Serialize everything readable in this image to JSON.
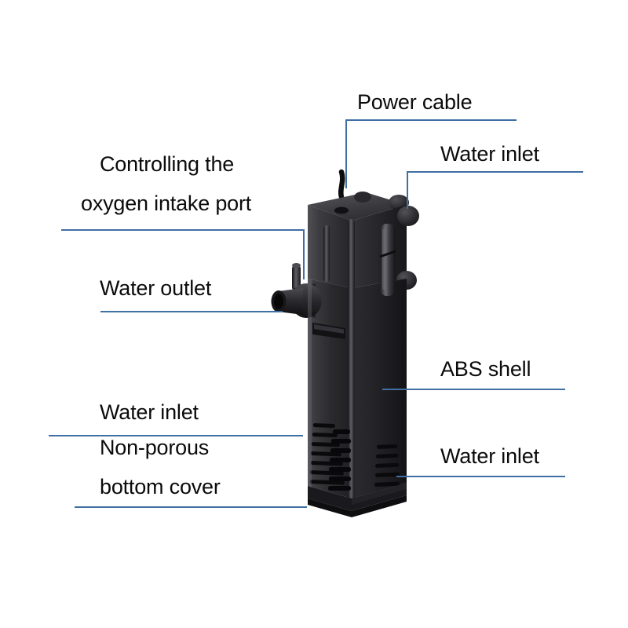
{
  "diagram": {
    "title": "Submersible aquarium filter pump annotated diagram",
    "background_color": "#ffffff",
    "leader_line_color": "#3f6fa3",
    "text_color": "#0b0b0b",
    "product_color": "#1d1d1f"
  },
  "labels": {
    "power_cable": "Power cable",
    "water_inlet_top_right": "Water inlet",
    "oxygen_port_line1": "Controlling the",
    "oxygen_port_line2": "oxygen intake port",
    "water_outlet": "Water outlet",
    "abs_shell": "ABS shell",
    "water_inlet_left": "Water inlet",
    "non_porous_line1": "Non-porous",
    "non_porous_line2": "bottom cover",
    "water_inlet_bottom_right": "Water inlet"
  },
  "parts": [
    {
      "id": "power-cable",
      "label": "Power cable",
      "side": "top",
      "points_to": "cable exiting top cap"
    },
    {
      "id": "water-inlet-top",
      "label": "Water inlet",
      "side": "top-right",
      "points_to": "upper right nozzle stub"
    },
    {
      "id": "oxygen-intake-port",
      "label": "Controlling the oxygen intake port",
      "side": "left",
      "points_to": "small vertical stub on outlet tee"
    },
    {
      "id": "water-outlet",
      "label": "Water outlet",
      "side": "left",
      "points_to": "horizontal barbed spout"
    },
    {
      "id": "abs-shell",
      "label": "ABS shell",
      "side": "right",
      "points_to": "main body casing"
    },
    {
      "id": "water-inlet-left",
      "label": "Water inlet",
      "side": "bottom-left",
      "points_to": "lower front intake slots"
    },
    {
      "id": "non-porous-cover",
      "label": "Non-porous bottom cover",
      "side": "bottom-left",
      "points_to": "base cover"
    },
    {
      "id": "water-inlet-right",
      "label": "Water inlet",
      "side": "bottom-right",
      "points_to": "lower right intake slots"
    }
  ]
}
